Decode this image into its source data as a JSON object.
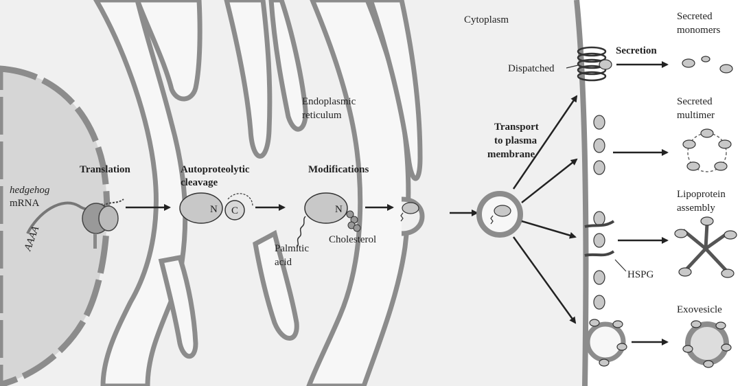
{
  "labels": {
    "cytoplasm": "Cytoplasm",
    "er_line1": "Endoplasmic",
    "er_line2": "reticulum",
    "mrna_gene": "hedgehog",
    "mrna_word": "mRNA",
    "poly_a": "AAAA",
    "translation": "Translation",
    "autoproteolytic": "Autoproteolytic",
    "cleavage": "cleavage",
    "modifications": "Modifications",
    "palmitic": "Palmitic",
    "acid": "acid",
    "cholesterol": "Cholesterol",
    "n_terminal": "N",
    "c_terminal": "C",
    "transport_1": "Transport",
    "transport_2": "to plasma",
    "transport_3": "membrane",
    "dispatched": "Dispatched",
    "secretion": "Secretion",
    "secreted_monomers_1": "Secreted",
    "secreted_monomers_2": "monomers",
    "secreted_multimer_1": "Secreted",
    "secreted_multimer_2": "multimer",
    "lipoprotein_1": "Lipoprotein",
    "lipoprotein_2": "assembly",
    "hspg": "HSPG",
    "exovesicle": "Exovesicle"
  },
  "colors": {
    "membrane": "#8c8c8c",
    "cytoplasm_fill": "#f0f0f0",
    "nucleus_fill": "#d9d9d9",
    "protein_fill": "#c8c8c8",
    "dark": "#333333"
  }
}
